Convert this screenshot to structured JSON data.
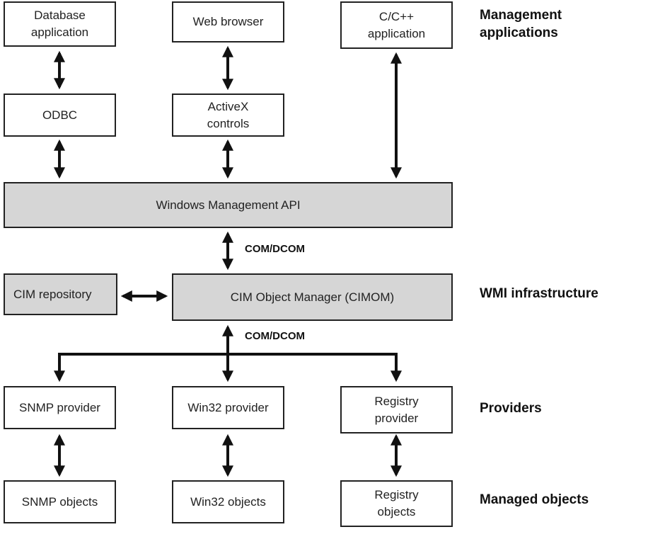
{
  "tiers": {
    "management": "Management\napplications",
    "infrastructure": "WMI infrastructure",
    "providers": "Providers",
    "managed": "Managed objects"
  },
  "boxes": {
    "database_app": "Database\napplication",
    "web_browser": "Web browser",
    "cpp_app": "C/C++\napplication",
    "odbc": "ODBC",
    "activex": "ActiveX\ncontrols",
    "wm_api": "Windows Management API",
    "cim_repository": "CIM repository",
    "cimom": "CIM Object Manager (CIMOM)",
    "snmp_provider": "SNMP provider",
    "win32_provider": "Win32 provider",
    "registry_provider": "Registry\nprovider",
    "snmp_objects": "SNMP objects",
    "win32_objects": "Win32 objects",
    "registry_objects": "Registry\nobjects"
  },
  "connectors": {
    "com_dcom_upper": "COM/DCOM",
    "com_dcom_lower": "COM/DCOM"
  }
}
